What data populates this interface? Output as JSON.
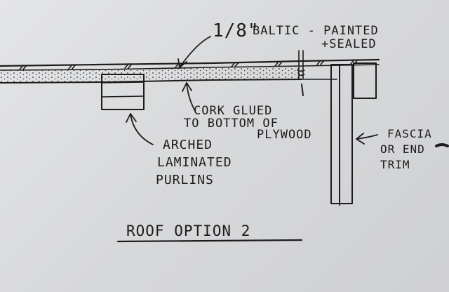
{
  "drawing": {
    "title": "ROOF OPTION 2",
    "labels": {
      "plywood_fraction": "1/8\"",
      "plywood_line1": "BALTIC - PAINTED",
      "plywood_line2": "+SEALED",
      "cork_line1": "CORK GLUED",
      "cork_line2": "TO BOTTOM OF",
      "cork_line3": "PLYWOOD",
      "purlin_line1": "ARCHED",
      "purlin_line2": "LAMINATED",
      "purlin_line3": "PURLINS",
      "fascia_line1": "FASCIA",
      "fascia_line2": "OR END",
      "fascia_line3": "TRIM"
    },
    "colors": {
      "ink": "#1c1c1c",
      "paper": "#dcdde0"
    }
  }
}
